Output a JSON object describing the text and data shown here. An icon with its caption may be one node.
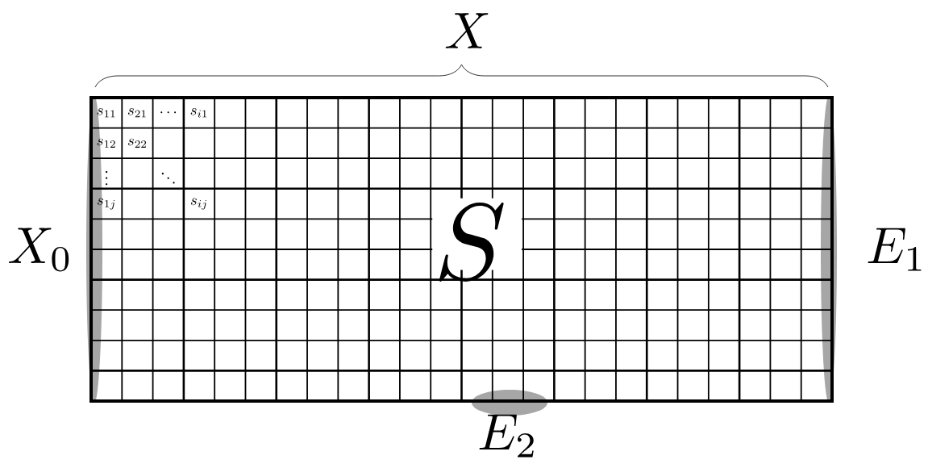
{
  "diagram": {
    "nodes": [
      {
        "text": [],
        "shape": "ellipse"
      },
      {
        "text": [],
        "shape": "ellipse"
      },
      {
        "text": [],
        "shape": "ellipse"
      }
    ],
    "labels": [
      "X",
      "s_{11}",
      "s_{21}",
      "\\cdots",
      "s_{i1}",
      "s_{12}",
      "s_{22}",
      "\\vdots",
      "\\ddots",
      "s_{1j}",
      "s_{ij}",
      "X_0",
      "S",
      "E_1",
      "E_2"
    ]
  }
}
